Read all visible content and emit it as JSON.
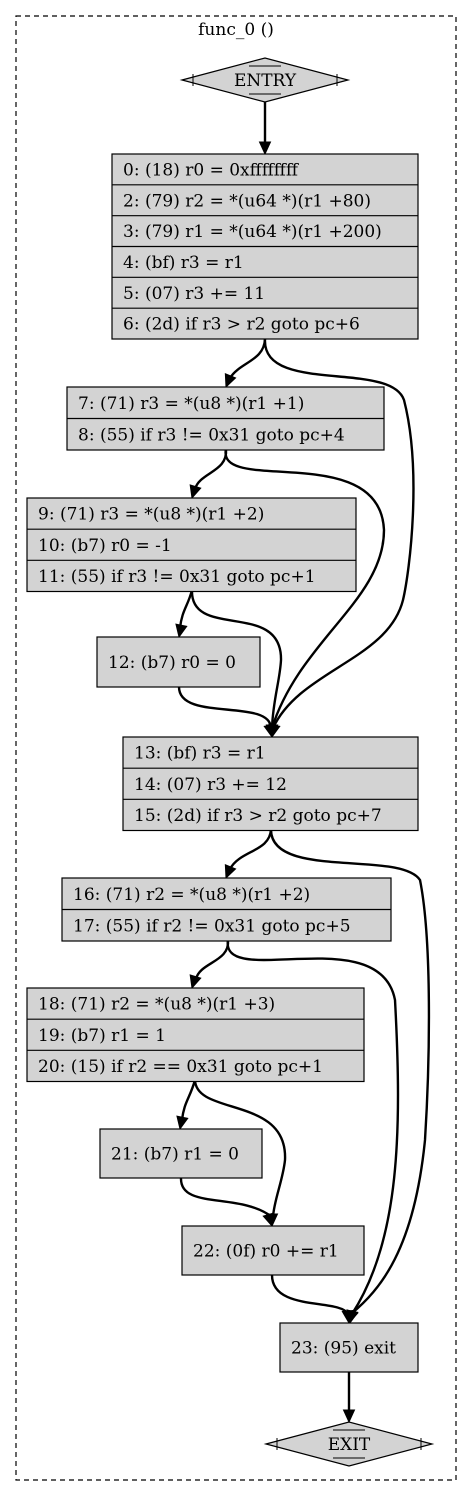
{
  "cluster_title": "func_0 ()",
  "entry_label": "ENTRY",
  "exit_label": "EXIT",
  "blocks": [
    {
      "id": "b0",
      "lines": [
        "0: (18) r0 = 0xffffffff",
        "2: (79) r2 = *(u64 *)(r1 +80)",
        "3: (79) r1 = *(u64 *)(r1 +200)",
        "4: (bf) r3 = r1",
        "5: (07) r3 += 11",
        "6: (2d) if r3 > r2 goto pc+6"
      ]
    },
    {
      "id": "b7",
      "lines": [
        "7: (71) r3 = *(u8 *)(r1 +1)",
        "8: (55) if r3 != 0x31 goto pc+4"
      ]
    },
    {
      "id": "b9",
      "lines": [
        "9: (71) r3 = *(u8 *)(r1 +2)",
        "10: (b7) r0 = -1",
        "11: (55) if r3 != 0x31 goto pc+1"
      ]
    },
    {
      "id": "b12",
      "lines": [
        "12: (b7) r0 = 0"
      ]
    },
    {
      "id": "b13",
      "lines": [
        "13: (bf) r3 = r1",
        "14: (07) r3 += 12",
        "15: (2d) if r3 > r2 goto pc+7"
      ]
    },
    {
      "id": "b16",
      "lines": [
        "16: (71) r2 = *(u8 *)(r1 +2)",
        "17: (55) if r2 != 0x31 goto pc+5"
      ]
    },
    {
      "id": "b18",
      "lines": [
        "18: (71) r2 = *(u8 *)(r1 +3)",
        "19: (b7) r1 = 1",
        "20: (15) if r2 == 0x31 goto pc+1"
      ]
    },
    {
      "id": "b21",
      "lines": [
        "21: (b7) r1 = 0"
      ]
    },
    {
      "id": "b22",
      "lines": [
        "22: (0f) r0 += r1"
      ]
    },
    {
      "id": "b23",
      "lines": [
        "23: (95) exit"
      ]
    }
  ],
  "edges": [
    {
      "from": "entry",
      "to": "b0"
    },
    {
      "from": "b0",
      "to": "b7"
    },
    {
      "from": "b0",
      "to": "b13"
    },
    {
      "from": "b7",
      "to": "b9"
    },
    {
      "from": "b7",
      "to": "b13"
    },
    {
      "from": "b9",
      "to": "b12"
    },
    {
      "from": "b9",
      "to": "b13"
    },
    {
      "from": "b12",
      "to": "b13"
    },
    {
      "from": "b13",
      "to": "b16"
    },
    {
      "from": "b13",
      "to": "b23"
    },
    {
      "from": "b16",
      "to": "b18"
    },
    {
      "from": "b16",
      "to": "b23"
    },
    {
      "from": "b18",
      "to": "b21"
    },
    {
      "from": "b18",
      "to": "b22"
    },
    {
      "from": "b21",
      "to": "b22"
    },
    {
      "from": "b22",
      "to": "b23"
    },
    {
      "from": "b23",
      "to": "exit"
    }
  ]
}
